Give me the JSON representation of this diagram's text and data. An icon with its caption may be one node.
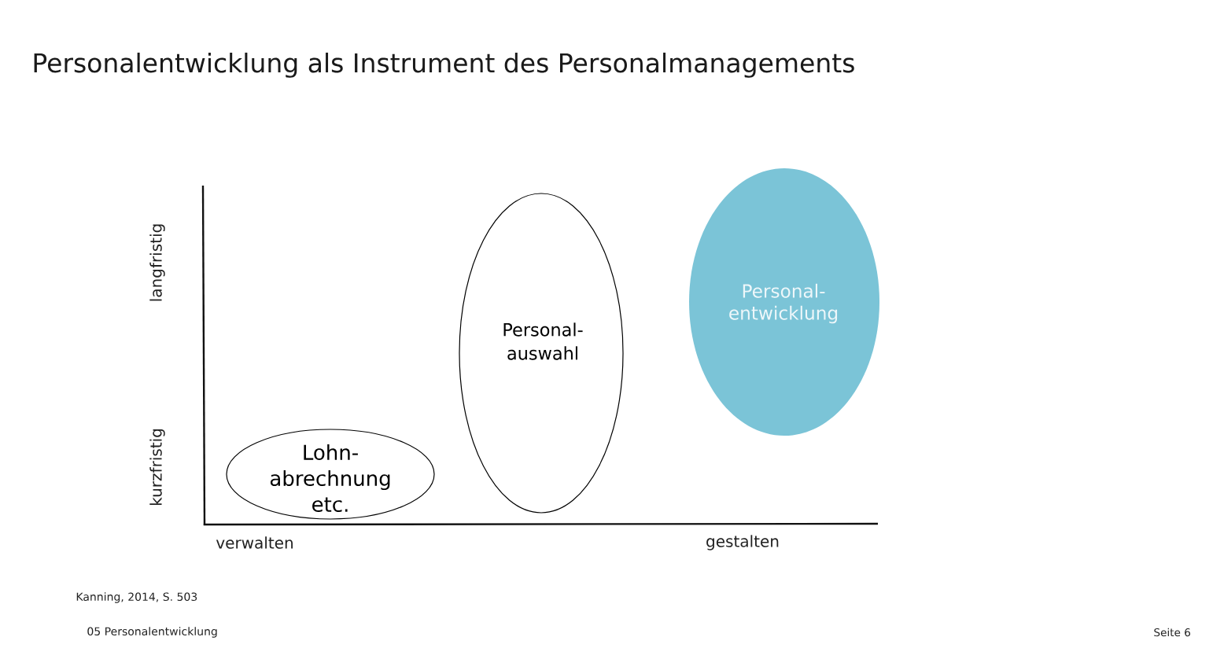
{
  "diagram": {
    "title": "Personalentwicklung als Instrument des Personalmanagements",
    "nodes": [
      {
        "text": [
          "Lohn- abrechnung etc."
        ]
      },
      {
        "text": [
          "Personal- auswahl"
        ]
      },
      {
        "text": [
          "Personal- entwicklung"
        ]
      }
    ],
    "labels": [
      "langfristig",
      "kurzfristig",
      "verwalten",
      "gestalten",
      "Kanning, 2014, S. 503",
      "05 Personalentwicklung",
      "Seite 6"
    ]
  }
}
